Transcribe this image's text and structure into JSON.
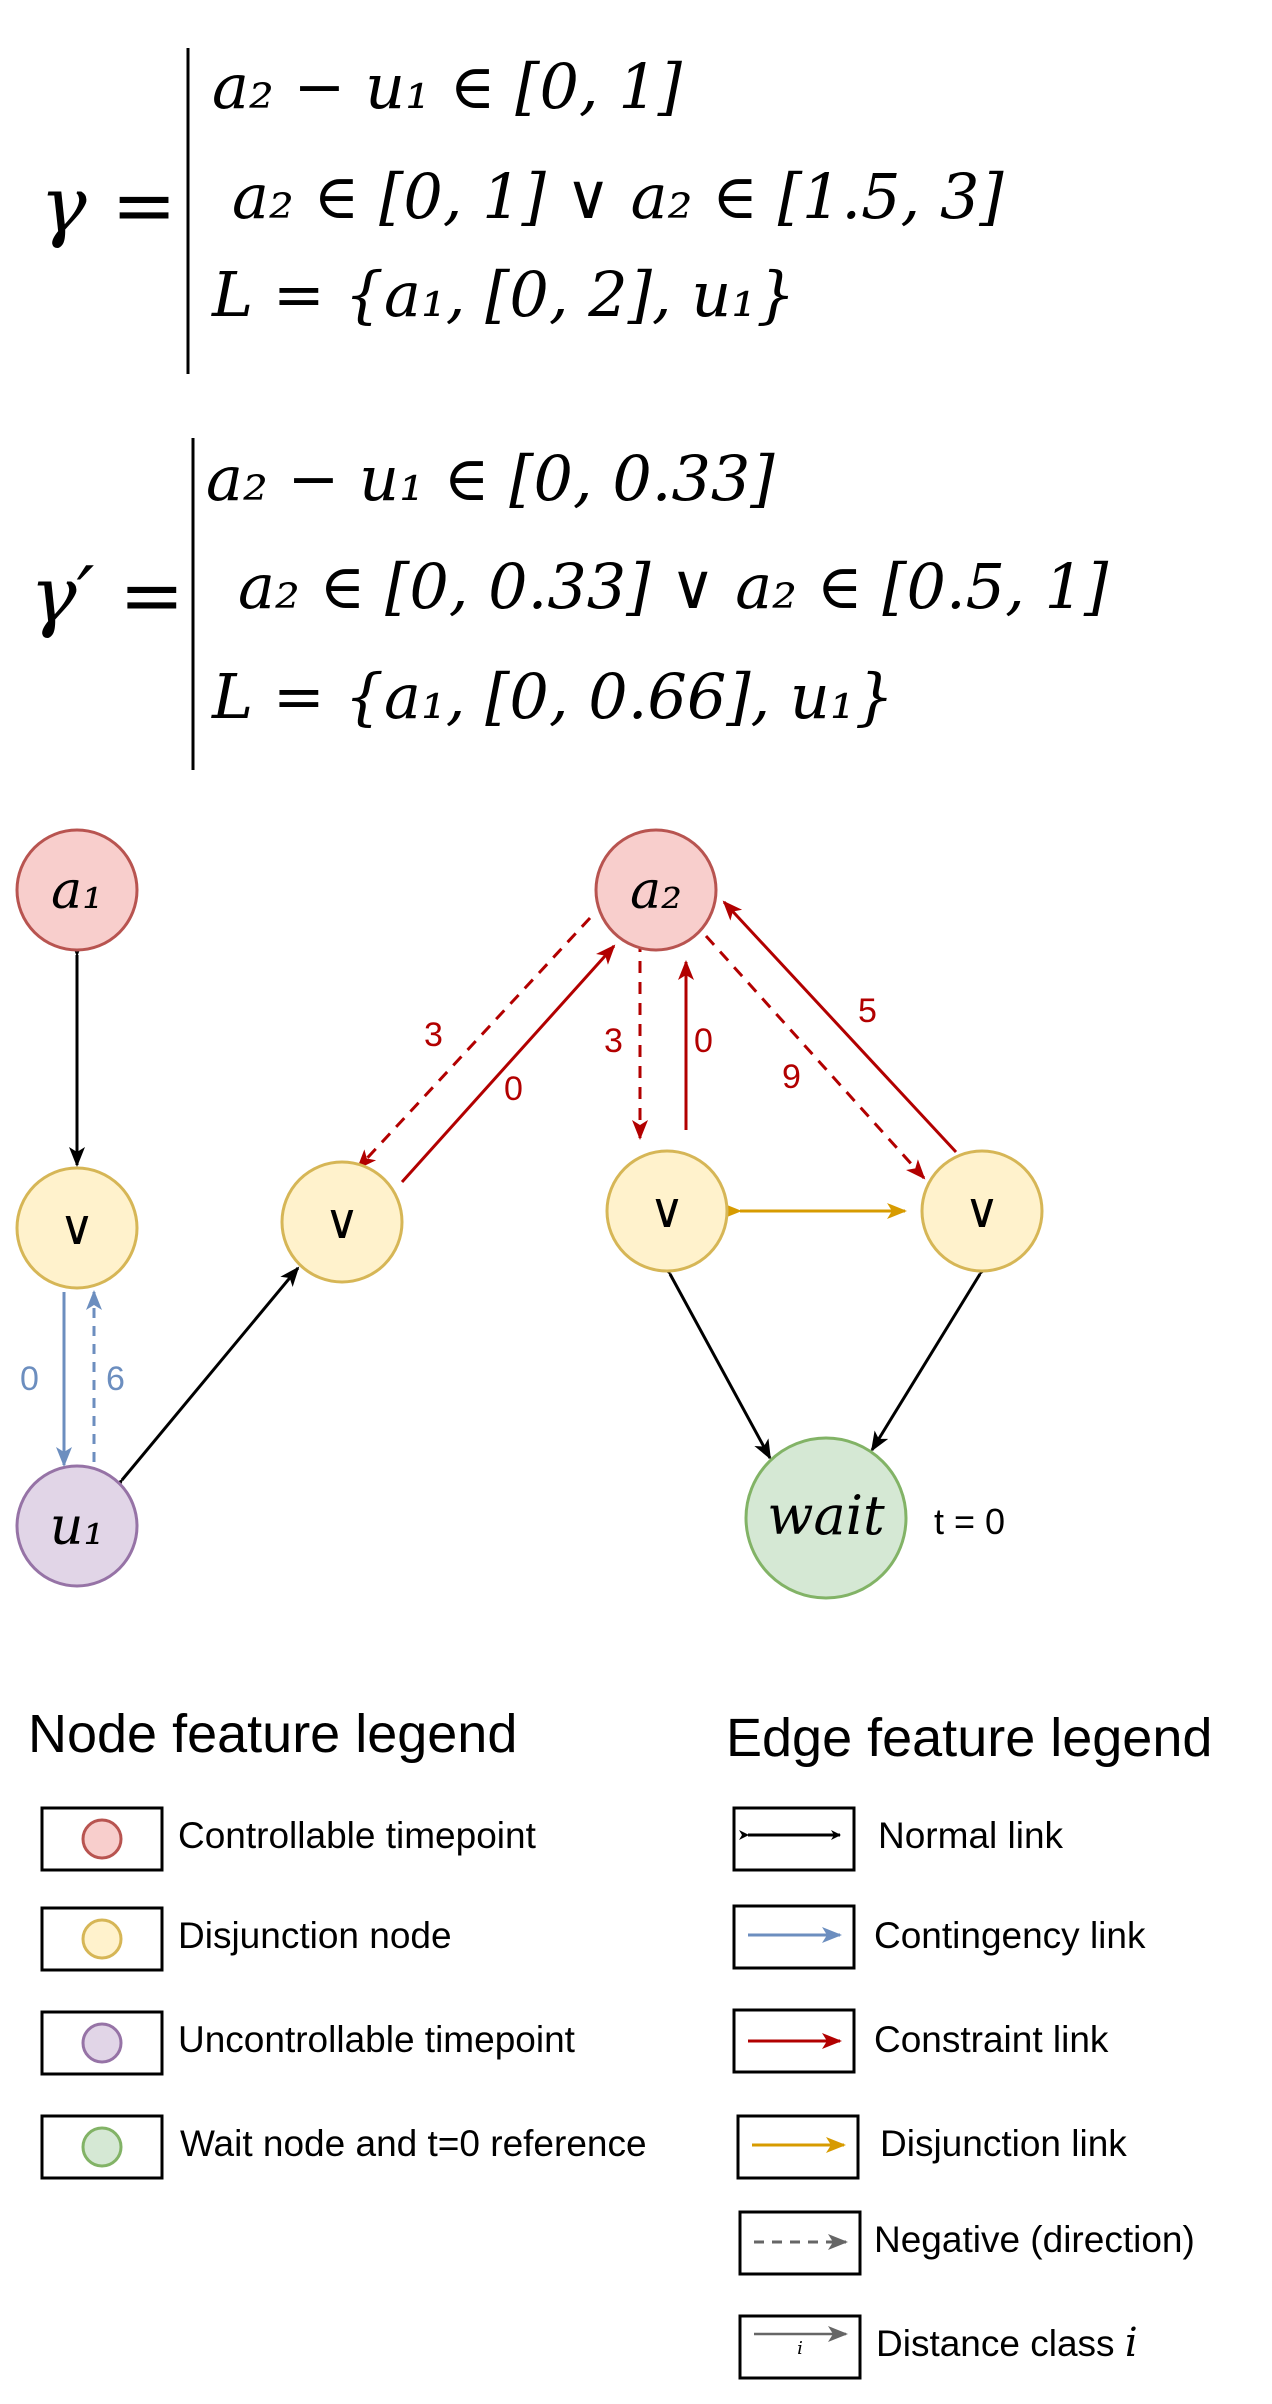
{
  "formulas": {
    "gamma": {
      "lhs": "γ =",
      "lines": [
        "a₂ − u₁ ∈ [0, 1]",
        "a₂ ∈ [0, 1] ∨ a₂ ∈ [1.5, 3]",
        "L = {a₁, [0, 2], u₁}"
      ]
    },
    "gamma_prime": {
      "lhs": "γ′ =",
      "lines": [
        "a₂ − u₁ ∈ [0, 0.33]",
        "a₂ ∈ [0, 0.33] ∨ a₂ ∈ [0.5, 1]",
        "L = {a₁, [0, 0.66], u₁}"
      ]
    }
  },
  "graph": {
    "nodes": {
      "a1": "a₁",
      "a2": "a₂",
      "u1": "u₁",
      "wait": "wait",
      "disj": "∨"
    },
    "edge_labels": {
      "a2_to_d2_neg": "3",
      "d2_to_a2": "0",
      "a2_to_d3_neg": "3",
      "d3_to_a2": "0",
      "a2_to_d4_neg": "9",
      "d4_to_a2": "5",
      "d1_to_u1": "0",
      "u1_to_d1_neg": "6"
    },
    "t0_label": "t = 0"
  },
  "node_legend": {
    "title": "Node feature legend",
    "items": [
      {
        "label": "Controllable timepoint",
        "fill": "#f8cecc",
        "stroke": "#b85450"
      },
      {
        "label": "Disjunction node",
        "fill": "#fff2cc",
        "stroke": "#d6b656"
      },
      {
        "label": "Uncontrollable timepoint",
        "fill": "#e1d5e7",
        "stroke": "#9673a6"
      },
      {
        "label": "Wait node and t=0 reference",
        "fill": "#d5e8d4",
        "stroke": "#82b366"
      }
    ]
  },
  "edge_legend": {
    "title": "Edge feature legend",
    "items": [
      {
        "label": "Normal link",
        "color": "#000000"
      },
      {
        "label": "Contingency link",
        "color": "#6c8ebf"
      },
      {
        "label": "Constraint link",
        "color": "#b20000"
      },
      {
        "label": "Disjunction link",
        "color": "#d79b00"
      },
      {
        "label": "Negative (direction)",
        "color": "#666666"
      },
      {
        "label": "Distance class ",
        "symbol": "i",
        "color": "#666666"
      }
    ]
  },
  "colors": {
    "controllable_fill": "#f8cecc",
    "controllable_stroke": "#b85450",
    "disjunction_fill": "#fff2cc",
    "disjunction_stroke": "#d6b656",
    "uncontrollable_fill": "#e1d5e7",
    "uncontrollable_stroke": "#9673a6",
    "wait_fill": "#d5e8d4",
    "wait_stroke": "#82b366",
    "constraint": "#b20000",
    "contingency": "#6c8ebf",
    "disjunction_link": "#d79b00",
    "normal": "#000000"
  }
}
